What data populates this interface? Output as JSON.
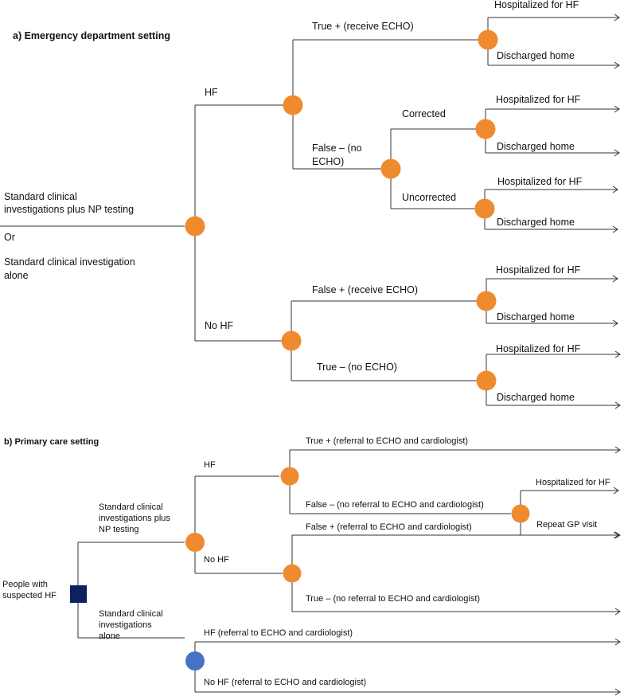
{
  "colors": {
    "chance_node": "#F08A2E",
    "decision_node": "#0F2060",
    "alone_node": "#4472C4",
    "line": "#333333"
  },
  "section_a": {
    "title": "a) Emergency department setting",
    "intervention_1": [
      "Standard clinical",
      "investigations plus NP testing"
    ],
    "or_label": "Or",
    "intervention_2": [
      "Standard clinical investigation",
      "alone"
    ],
    "hf": "HF",
    "no_hf": "No HF",
    "true_pos": "True + (receive ECHO)",
    "false_neg": [
      "False – (no",
      "ECHO)"
    ],
    "corrected": "Corrected",
    "uncorrected": "Uncorrected",
    "false_pos": "False + (receive ECHO)",
    "true_neg": "True – (no ECHO)",
    "hospitalized": "Hospitalized for HF",
    "discharged": "Discharged home"
  },
  "section_b": {
    "title": "b) Primary care setting",
    "people": [
      "People with",
      "suspected HF"
    ],
    "np_branch": [
      "Standard clinical",
      "investigations plus",
      "NP testing"
    ],
    "alone_branch": [
      "Standard clinical",
      "investigations",
      "alone"
    ],
    "hf": "HF",
    "no_hf": "No HF",
    "true_pos": "True + (referral to ECHO and cardiologist)",
    "false_neg": "False – (no referral to ECHO and cardiologist)",
    "false_pos": "False + (referral to ECHO and cardiologist)",
    "true_neg": "True – (no referral to ECHO and cardiologist)",
    "hospitalized": "Hospitalized for HF",
    "repeat_gp": "Repeat GP visit",
    "alone_hf": "HF (referral to ECHO and cardiologist)",
    "alone_no_hf": "No HF (referral to ECHO and cardiologist)"
  }
}
